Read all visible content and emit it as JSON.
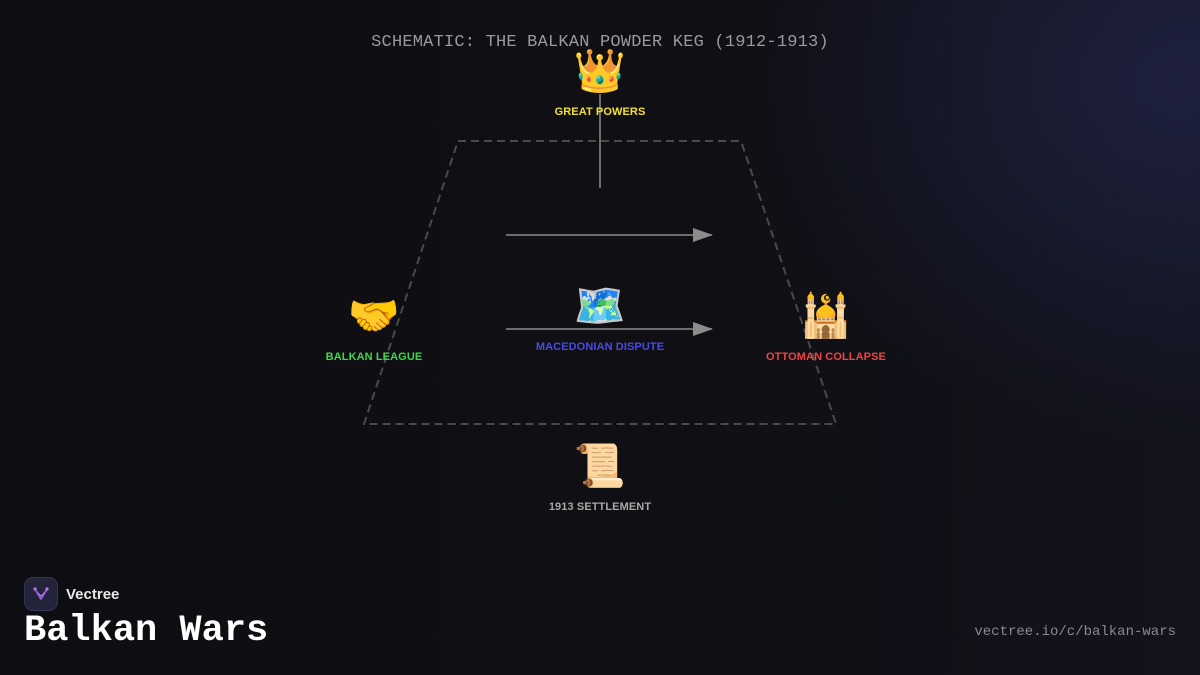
{
  "diagram": {
    "title": "SCHEMATIC: THE BALKAN POWDER KEG (1912-1913)",
    "nodes": [
      {
        "id": "great-powers",
        "emoji": "👑",
        "label": "GREAT POWERS",
        "color": "#f5e132"
      },
      {
        "id": "balkan-league",
        "emoji": "🤝",
        "label": "BALKAN LEAGUE",
        "color": "#3fd84a"
      },
      {
        "id": "macedonian-dispute",
        "emoji": "🗺️",
        "label": "MACEDONIAN DISPUTE",
        "color": "#4a4ae6"
      },
      {
        "id": "ottoman-collapse",
        "emoji": "🕌",
        "label": "OTTOMAN COLLAPSE",
        "color": "#ee4444"
      },
      {
        "id": "settlement-1913",
        "emoji": "📜",
        "label": "1913 SETTLEMENT",
        "color": "#a8a8a8"
      }
    ],
    "colors": {
      "frame": "#4a4a4a",
      "arrow": "#8c8c8c",
      "connector": "#8a8a8a"
    }
  },
  "branding": {
    "name": "Vectree",
    "logo_icon": "vectree-logo-icon",
    "topic": "Balkan Wars",
    "url": "vectree.io/c/balkan-wars",
    "logo_color": "#9a5ad8"
  }
}
